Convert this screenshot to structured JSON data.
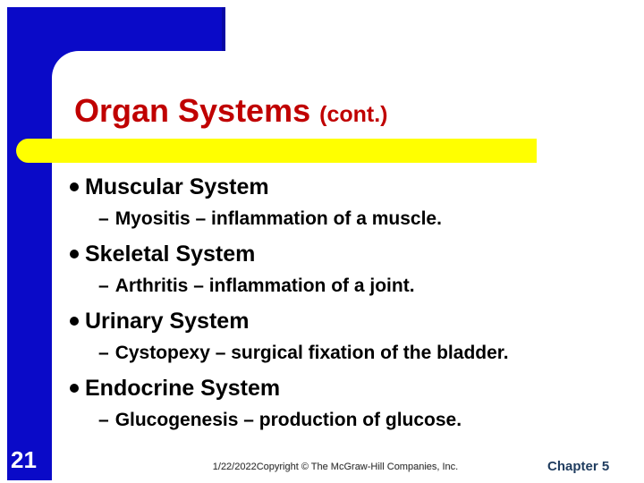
{
  "slide": {
    "title": {
      "text": "Organ Systems",
      "suffix": "(cont.)"
    },
    "bullets": [
      {
        "heading": "Muscular System",
        "sub_marker": "–",
        "sub": "Myositis – inflammation of a muscle."
      },
      {
        "heading": "Skeletal System",
        "sub_marker": "–",
        "sub": "Arthritis – inflammation of a joint."
      },
      {
        "heading": "Urinary System",
        "sub_marker": "–",
        "sub": "Cystopexy – surgical fixation of the bladder."
      },
      {
        "heading": "Endocrine System",
        "sub_marker": "–",
        "sub": "Glucogenesis – production of glucose."
      }
    ],
    "footer": {
      "slide_number": "21",
      "copyright": "1/22/2022Copyright © The McGraw-Hill Companies, Inc.",
      "chapter": "Chapter 5"
    },
    "colors": {
      "accent_blue": "#0a0ac8",
      "accent_yellow": "#ffff00",
      "title_red": "#c00000",
      "chapter_navy": "#1f3c5f"
    }
  }
}
